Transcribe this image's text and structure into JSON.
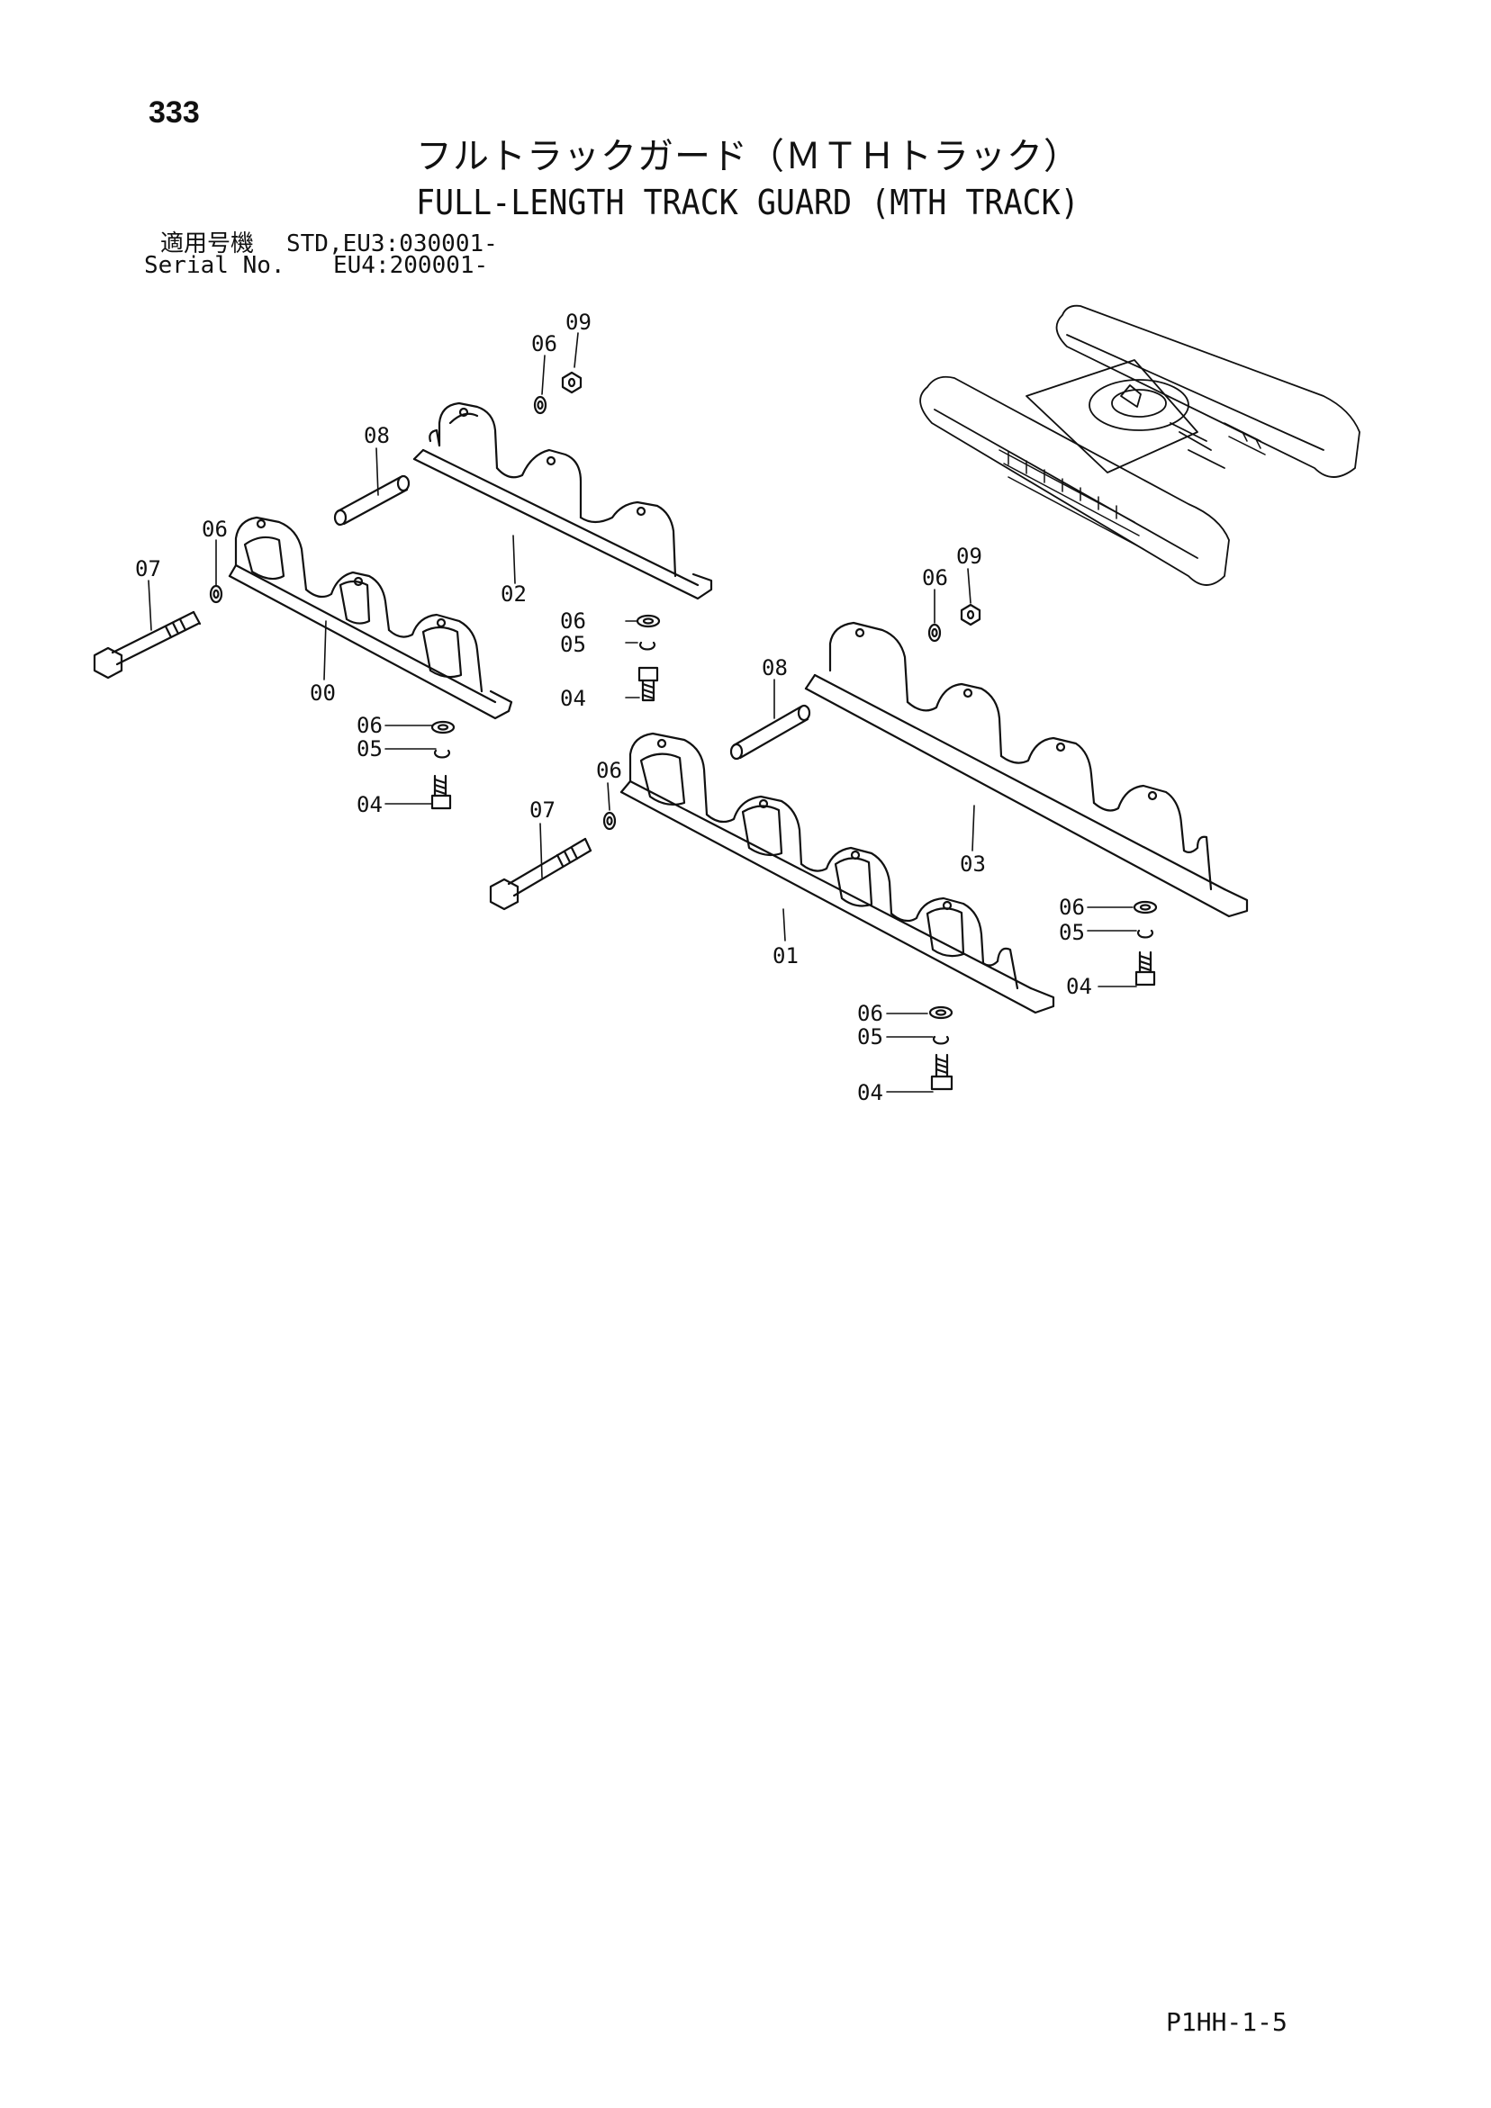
{
  "page": {
    "number": "333",
    "title_jp": "フルトラックガード（ＭＴＨトラック）",
    "title_en": "FULL-LENGTH TRACK GUARD (MTH TRACK)",
    "applicable_label": "適用号機",
    "applicable_value": "STD,EU3:030001-",
    "serial_label": "Serial No.",
    "serial_value": "EU4:200001-",
    "footer_code": "P1HH-1-5"
  },
  "diagram": {
    "callouts": [
      "09",
      "06",
      "08",
      "06",
      "07",
      "02",
      "06",
      "05",
      "04",
      "00",
      "06",
      "05",
      "04",
      "09",
      "06",
      "08",
      "06",
      "07",
      "03",
      "06",
      "05",
      "04",
      "01",
      "06",
      "05",
      "04"
    ]
  }
}
